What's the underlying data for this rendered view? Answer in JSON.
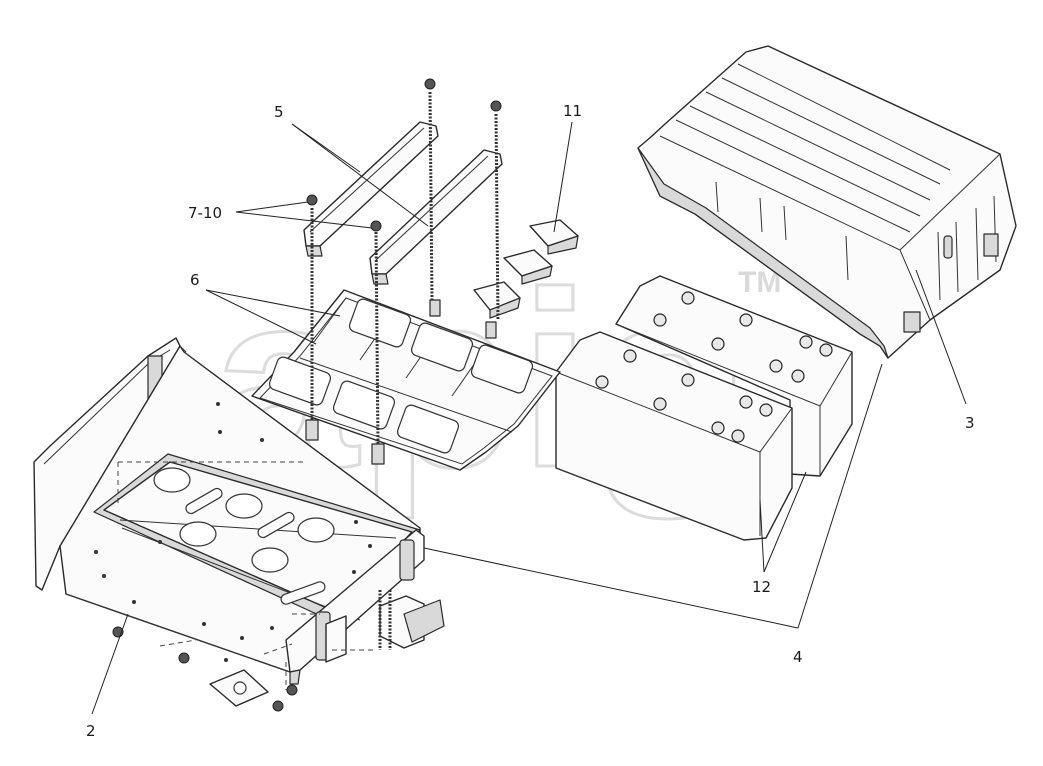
{
  "callouts": {
    "c2": "2",
    "c3": "3",
    "c4": "4",
    "c5": "5",
    "c6": "6",
    "c7_10": "7-10",
    "c11": "11",
    "c12": "12"
  },
  "watermark": {
    "text": "apig",
    "trademark": "TM"
  }
}
